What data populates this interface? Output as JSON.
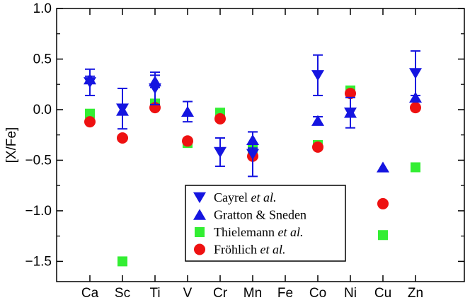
{
  "chart_data": {
    "type": "scatter",
    "categories": [
      "Ca",
      "Sc",
      "Ti",
      "V",
      "Cr",
      "Mn",
      "Fe",
      "Co",
      "Ni",
      "Cu",
      "Zn"
    ],
    "ylabel": "[X/Fe]",
    "ylim": [
      -1.7,
      1.0
    ],
    "yticks": [
      1.0,
      0.5,
      0.0,
      -0.5,
      -1.0,
      -1.5
    ],
    "ytick_labels": [
      "1.0",
      "0.5",
      "0.0",
      "−0.5",
      "−1.0",
      "−1.5"
    ],
    "legend_position": "bottom-center",
    "series": [
      {
        "name_parts": [
          {
            "text": "Cayrel ",
            "italic": false
          },
          {
            "text": "et al.",
            "italic": true
          }
        ],
        "marker": "triangle-down",
        "color": "#1515e0",
        "points": [
          {
            "x": "Ca",
            "y": 0.27,
            "err": 0.13
          },
          {
            "x": "Sc",
            "y": 0.01,
            "err": 0.2
          },
          {
            "x": "Ti",
            "y": 0.21,
            "err": 0.16
          },
          {
            "x": "Cr",
            "y": -0.42,
            "err": 0.14
          },
          {
            "x": "Mn",
            "y": -0.44,
            "err": 0.22
          },
          {
            "x": "Co",
            "y": 0.34,
            "err": 0.2
          },
          {
            "x": "Ni",
            "y": -0.03,
            "err": 0.15
          },
          {
            "x": "Zn",
            "y": 0.36,
            "err": 0.22
          }
        ]
      },
      {
        "name_parts": [
          {
            "text": "Gratton & Sneden",
            "italic": false
          }
        ],
        "marker": "triangle-up",
        "color": "#1515e0",
        "points": [
          {
            "x": "Ca",
            "y": 0.3,
            "err": 0.03
          },
          {
            "x": "Sc",
            "y": -0.01,
            "err": 0.0
          },
          {
            "x": "Ti",
            "y": 0.28,
            "err": 0.06
          },
          {
            "x": "V",
            "y": -0.02,
            "err": 0.1
          },
          {
            "x": "Mn",
            "y": -0.3,
            "err": 0.08
          },
          {
            "x": "Co",
            "y": -0.11,
            "err": 0.04
          },
          {
            "x": "Ni",
            "y": -0.03,
            "err": 0.0
          },
          {
            "x": "Cu",
            "y": -0.57,
            "err": 0.0
          },
          {
            "x": "Zn",
            "y": 0.12,
            "err": 0.0
          }
        ]
      },
      {
        "name_parts": [
          {
            "text": "Thielemann ",
            "italic": false
          },
          {
            "text": "et al.",
            "italic": true
          }
        ],
        "marker": "square",
        "color": "#33ee33",
        "points": [
          {
            "x": "Ca",
            "y": -0.04
          },
          {
            "x": "Sc",
            "y": -1.5
          },
          {
            "x": "Ti",
            "y": 0.06
          },
          {
            "x": "V",
            "y": -0.33
          },
          {
            "x": "Cr",
            "y": -0.03
          },
          {
            "x": "Mn",
            "y": -0.39
          },
          {
            "x": "Co",
            "y": -0.35
          },
          {
            "x": "Ni",
            "y": 0.19
          },
          {
            "x": "Cu",
            "y": -1.24
          },
          {
            "x": "Zn",
            "y": -0.57
          }
        ]
      },
      {
        "name_parts": [
          {
            "text": "Fröhlich ",
            "italic": false
          },
          {
            "text": "et al.",
            "italic": true
          }
        ],
        "marker": "circle",
        "color": "#ee1111",
        "points": [
          {
            "x": "Ca",
            "y": -0.12
          },
          {
            "x": "Sc",
            "y": -0.28
          },
          {
            "x": "Ti",
            "y": 0.02
          },
          {
            "x": "V",
            "y": -0.31
          },
          {
            "x": "Cr",
            "y": -0.09
          },
          {
            "x": "Mn",
            "y": -0.46
          },
          {
            "x": "Co",
            "y": -0.37
          },
          {
            "x": "Ni",
            "y": 0.16
          },
          {
            "x": "Cu",
            "y": -0.93
          },
          {
            "x": "Zn",
            "y": 0.02
          }
        ]
      }
    ]
  }
}
